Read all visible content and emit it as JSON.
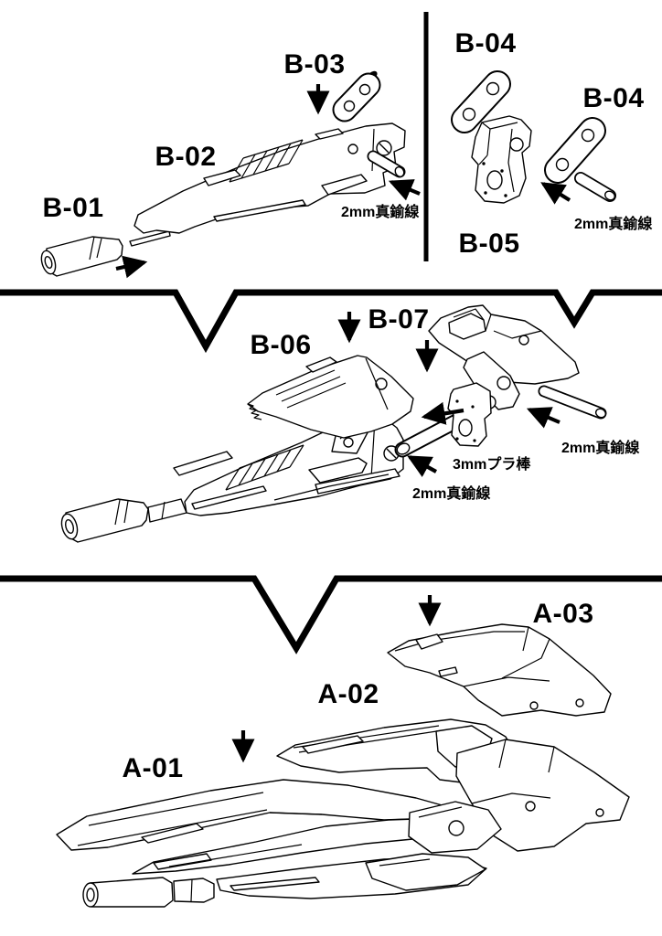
{
  "colors": {
    "ink": "#000000",
    "paper": "#ffffff"
  },
  "part_labels": {
    "b01": "B-01",
    "b02": "B-02",
    "b03": "B-03",
    "b04_top": "B-04",
    "b04_right": "B-04",
    "b05": "B-05",
    "b06": "B-06",
    "b07": "B-07",
    "a01": "A-01",
    "a02": "A-02",
    "a03": "A-03"
  },
  "material_notes": {
    "brass_top_left": "2mm真鍮線",
    "brass_top_right": "2mm真鍮線",
    "brass_mid_right": "2mm真鍮線",
    "brass_mid_lower": "2mm真鍮線",
    "pla_rod_mid": "3mmプラ棒"
  }
}
